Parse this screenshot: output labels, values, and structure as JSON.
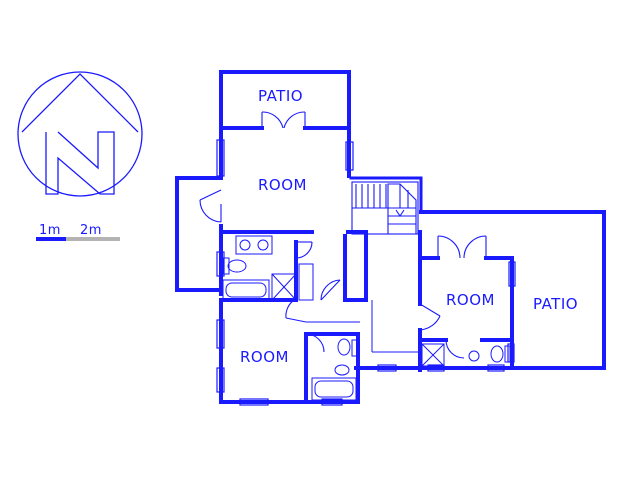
{
  "colors": {
    "wall": "#1a1aff",
    "scale_gray": "#b3b3b3",
    "background": "#ffffff"
  },
  "compass": {
    "letter": "N",
    "icon": "north-arrow-icon"
  },
  "scale_bar": {
    "label_1": "1m",
    "label_2": "2m"
  },
  "rooms": {
    "patio_top": "PATIO",
    "room_upper": "ROOM",
    "room_right": "ROOM",
    "patio_right": "PATIO",
    "room_lower": "ROOM"
  }
}
